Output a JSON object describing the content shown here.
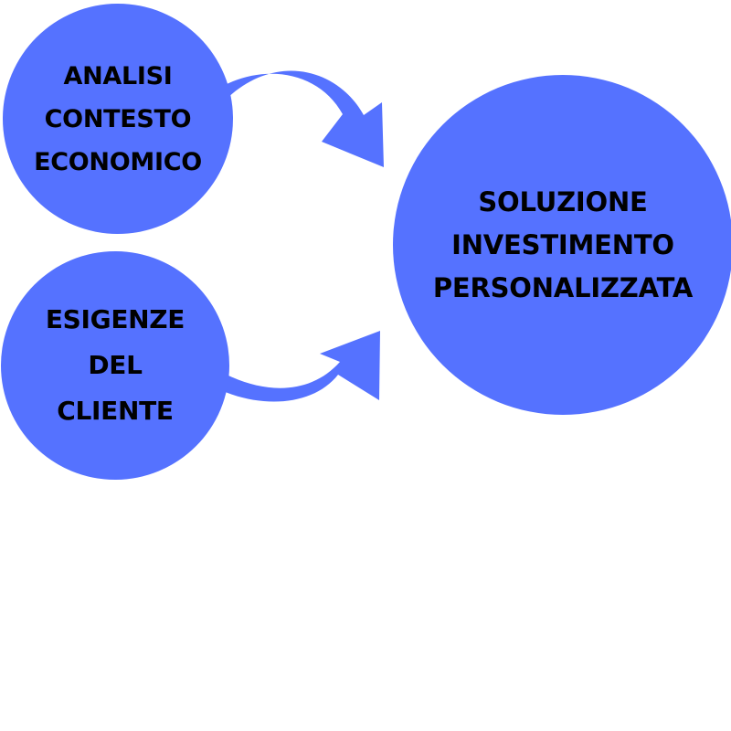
{
  "colors": {
    "node_fill": "#5572FF",
    "arrow_fill": "#5572FF",
    "text": "#000000",
    "background": "#FFFFFF"
  },
  "nodes": {
    "analisi": {
      "lines": [
        "ANALISI",
        "CONTESTO",
        "ECONOMICO"
      ]
    },
    "esigenze": {
      "lines": [
        "ESIGENZE",
        "DEL",
        "CLIENTE"
      ]
    },
    "soluzione": {
      "lines": [
        "SOLUZIONE",
        "INVESTIMENTO",
        "PERSONALIZZATA"
      ]
    }
  },
  "edges": [
    {
      "from": "analisi",
      "to": "soluzione"
    },
    {
      "from": "esigenze",
      "to": "soluzione"
    }
  ]
}
